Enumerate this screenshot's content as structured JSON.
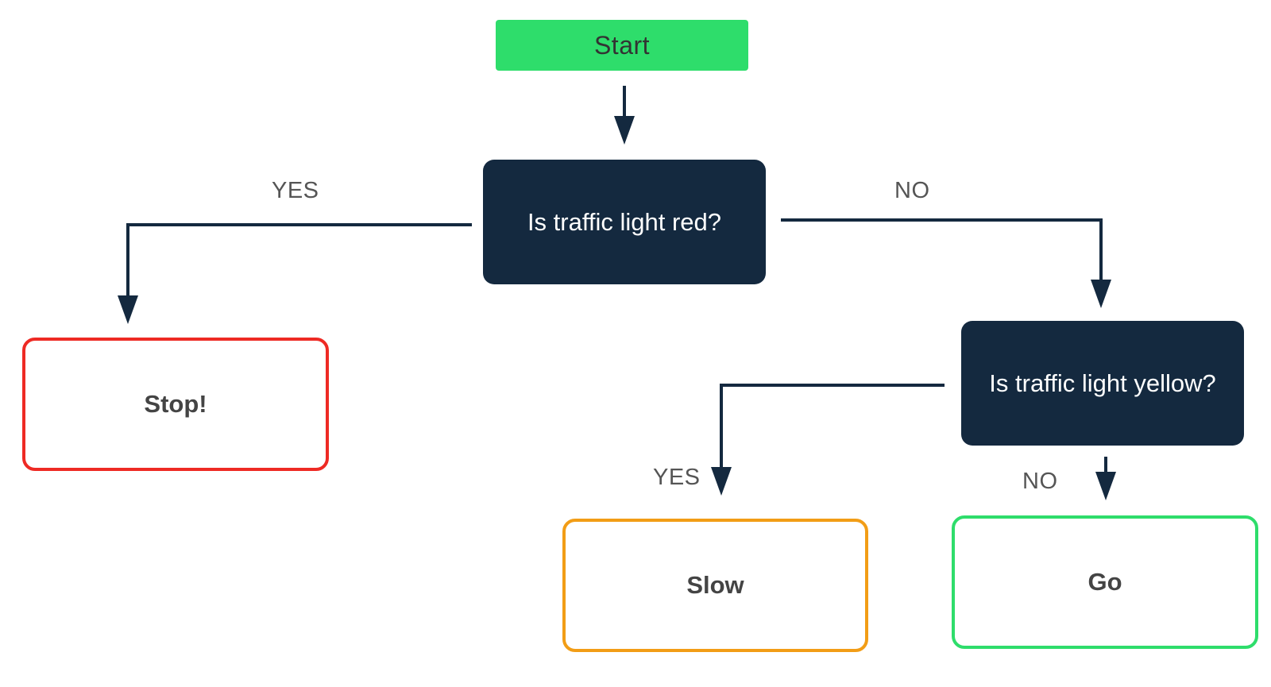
{
  "colors": {
    "decision_fill": "#14293f",
    "decision_text": "#ffffff",
    "start_fill": "#2edd6b",
    "start_text": "#333333",
    "edge": "#14293f",
    "stop_border": "#ee2a24",
    "slow_border": "#f29d16",
    "go_border": "#2edd6b",
    "outcome_text": "#444444"
  },
  "nodes": {
    "start": "Start",
    "decision_red": "Is traffic light red?",
    "decision_yellow": "Is traffic light yellow?",
    "stop": "Stop!",
    "slow": "Slow",
    "go": "Go"
  },
  "edges": {
    "red_yes": "YES",
    "red_no": "NO",
    "yellow_yes": "YES",
    "yellow_no": "NO"
  }
}
